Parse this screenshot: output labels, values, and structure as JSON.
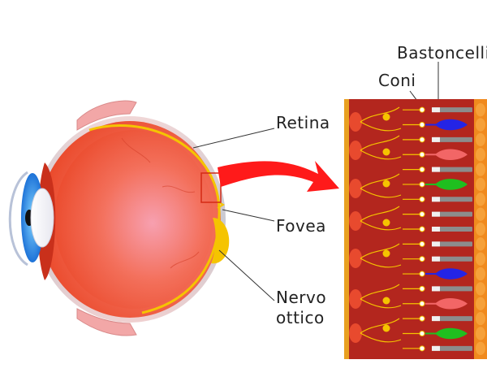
{
  "labels": {
    "retina": "Retina",
    "fovea": "Fovea",
    "nerve_line1": "Nervo",
    "nerve_line2": "ottico",
    "cones": "Coni",
    "rods": "Bastoncelli"
  },
  "colors": {
    "eye_red": "#e83a1f",
    "eye_orange": "#f58a4a",
    "retina_yellow": "#f5c400",
    "arrow_red": "#ff1a1a",
    "panel_bg": "#b3261e",
    "cone_blue": "#2424e6",
    "cone_green": "#1fbf1f",
    "cone_red": "#f26666",
    "rod_grey": "#8c8c8c"
  },
  "receptors": [
    "rod",
    "blue",
    "rod",
    "red",
    "rod",
    "green",
    "rod",
    "rod",
    "rod",
    "rod",
    "rod",
    "blue",
    "rod",
    "red",
    "rod",
    "green",
    "rod"
  ]
}
